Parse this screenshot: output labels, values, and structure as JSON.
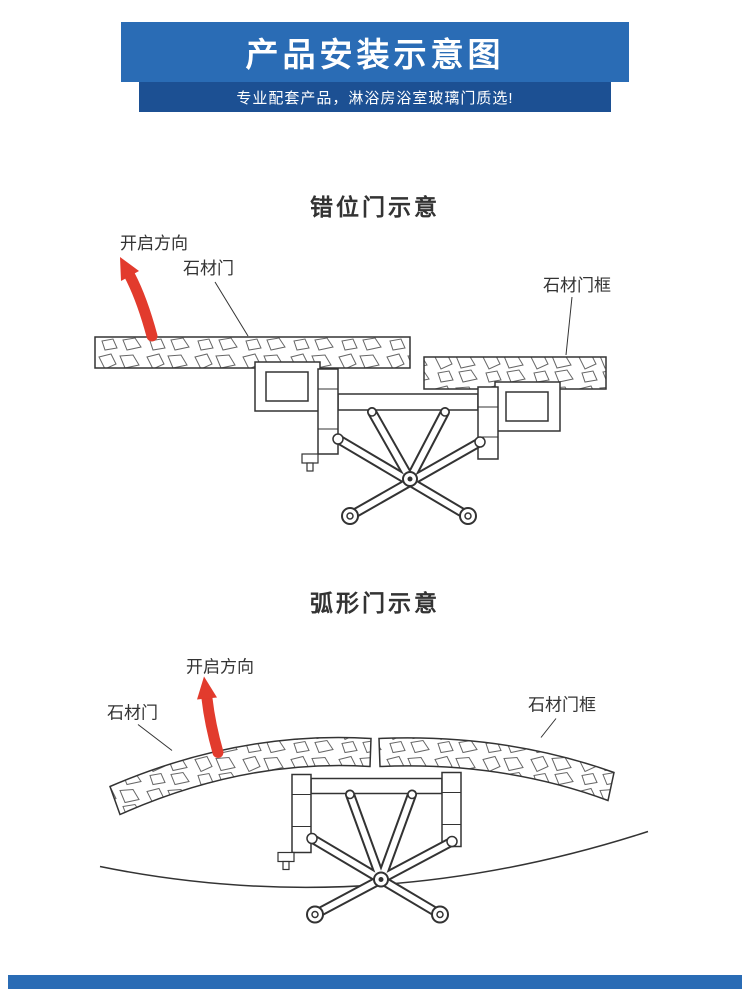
{
  "header": {
    "title": "产品安装示意图",
    "subtitle": "专业配套产品，淋浴房浴室玻璃门质选!"
  },
  "sections": [
    {
      "heading": "错位门示意",
      "labels": {
        "direction": "开启方向",
        "door": "石材门",
        "frame": "石材门框"
      }
    },
    {
      "heading": "弧形门示意",
      "labels": {
        "direction": "开启方向",
        "door": "石材门",
        "frame": "石材门框"
      }
    }
  ],
  "colors": {
    "banner_blue": "#2a6cb5",
    "banner_dark_blue": "#1c5093",
    "arrow_red": "#e23b2d",
    "line_color": "#333333",
    "footer_blue": "#2a6cb5"
  }
}
